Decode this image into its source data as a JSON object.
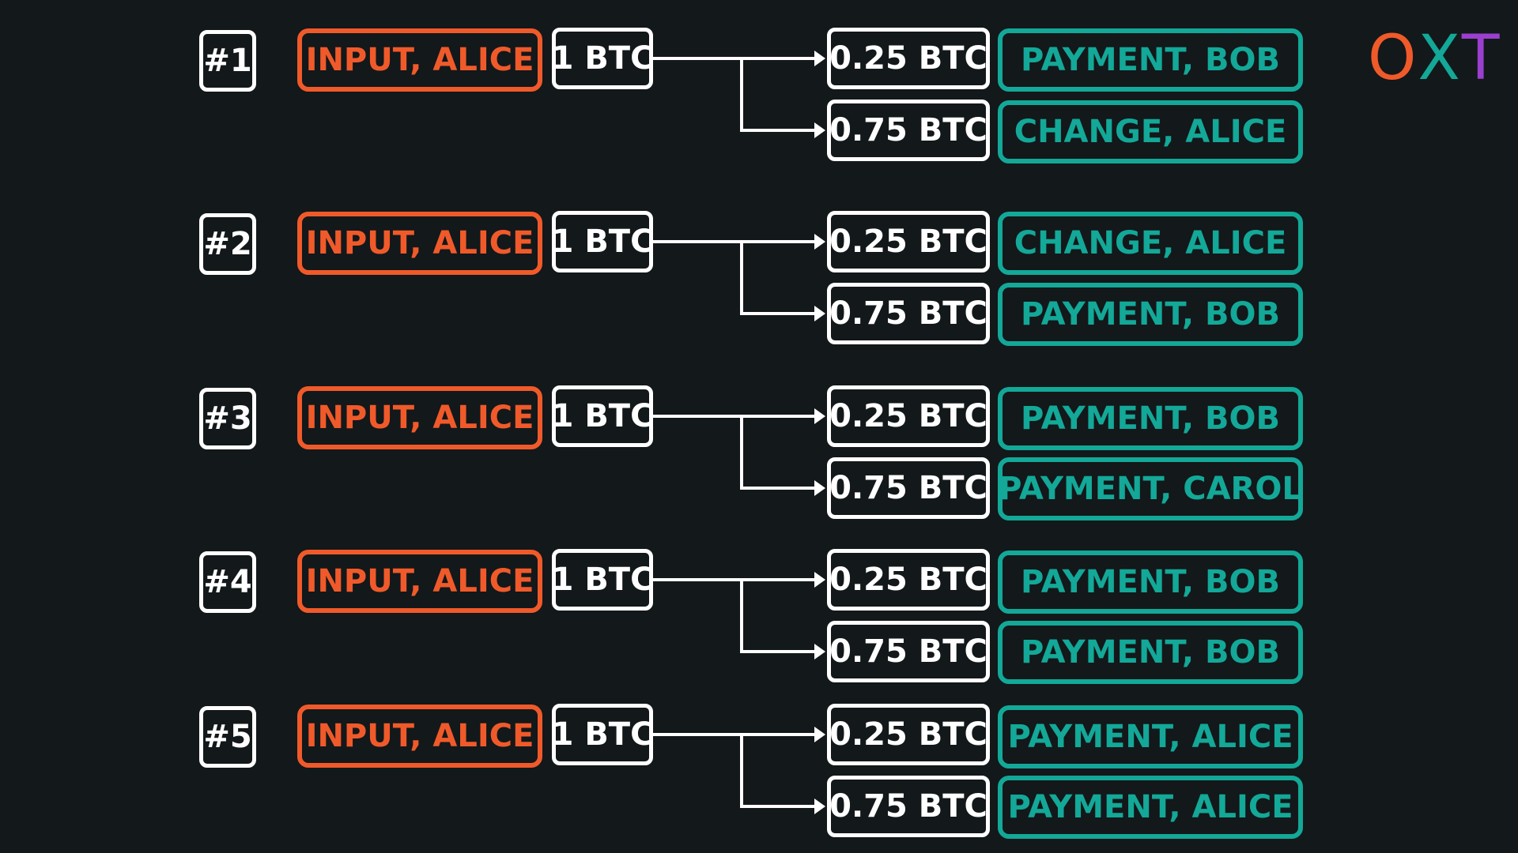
{
  "logo": {
    "letters": [
      "O",
      "X",
      "T"
    ],
    "colors": [
      "#f05a2a",
      "#13a898",
      "#9b3fcf"
    ]
  },
  "colors": {
    "background": "#13181a",
    "input": "#f05a2a",
    "output_label": "#13a898",
    "neutral": "#ffffff"
  },
  "transactions": [
    {
      "number": "#1",
      "input_label": "INPUT, ALICE",
      "input_amount": "1 BTC",
      "outputs": [
        {
          "amount": "0.25 BTC",
          "label": "PAYMENT, BOB"
        },
        {
          "amount": "0.75 BTC",
          "label": "CHANGE, ALICE"
        }
      ]
    },
    {
      "number": "#2",
      "input_label": "INPUT, ALICE",
      "input_amount": "1 BTC",
      "outputs": [
        {
          "amount": "0.25 BTC",
          "label": "CHANGE, ALICE"
        },
        {
          "amount": "0.75 BTC",
          "label": "PAYMENT, BOB"
        }
      ]
    },
    {
      "number": "#3",
      "input_label": "INPUT, ALICE",
      "input_amount": "1 BTC",
      "outputs": [
        {
          "amount": "0.25 BTC",
          "label": "PAYMENT, BOB"
        },
        {
          "amount": "0.75 BTC",
          "label": "PAYMENT, CAROL"
        }
      ]
    },
    {
      "number": "#4",
      "input_label": "INPUT, ALICE",
      "input_amount": "1 BTC",
      "outputs": [
        {
          "amount": "0.25 BTC",
          "label": "PAYMENT, BOB"
        },
        {
          "amount": "0.75 BTC",
          "label": "PAYMENT, BOB"
        }
      ]
    },
    {
      "number": "#5",
      "input_label": "INPUT, ALICE",
      "input_amount": "1 BTC",
      "outputs": [
        {
          "amount": "0.25 BTC",
          "label": "PAYMENT, ALICE"
        },
        {
          "amount": "0.75 BTC",
          "label": "PAYMENT, ALICE"
        }
      ]
    }
  ]
}
